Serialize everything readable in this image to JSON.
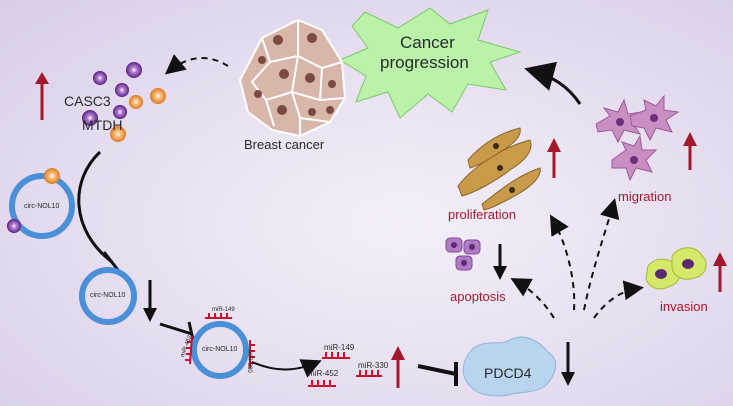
{
  "labels": {
    "cancer_progression_line1": "Cancer",
    "cancer_progression_line2": "progression",
    "casc3": "CASC3",
    "mtdh": "MTDH",
    "breast_cancer": "Breast  cancer",
    "circ_top": "circ-NOL10",
    "circ_mid": "circ-NOL10",
    "circ_big": "circ-NOL10",
    "mir149_on_circ": "miR-149",
    "mir330_on_circ": "miR-330",
    "mir452_on_circ": "miR-452",
    "mir149_free": "miR-149",
    "mir452_free": "miR-452",
    "mir330_free": "miR-330",
    "pdcd4": "PDCD4",
    "proliferation": "proliferation",
    "apoptosis": "apoptosis",
    "migration": "migration",
    "invasion": "invasion"
  },
  "colors": {
    "arrow_red": "#a3182b",
    "circle_blue": "#4a90d9",
    "burst_green": "#b9f2a8",
    "pdcd4_fill": "#b8d4ee",
    "mirna_red": "#c8102e"
  }
}
